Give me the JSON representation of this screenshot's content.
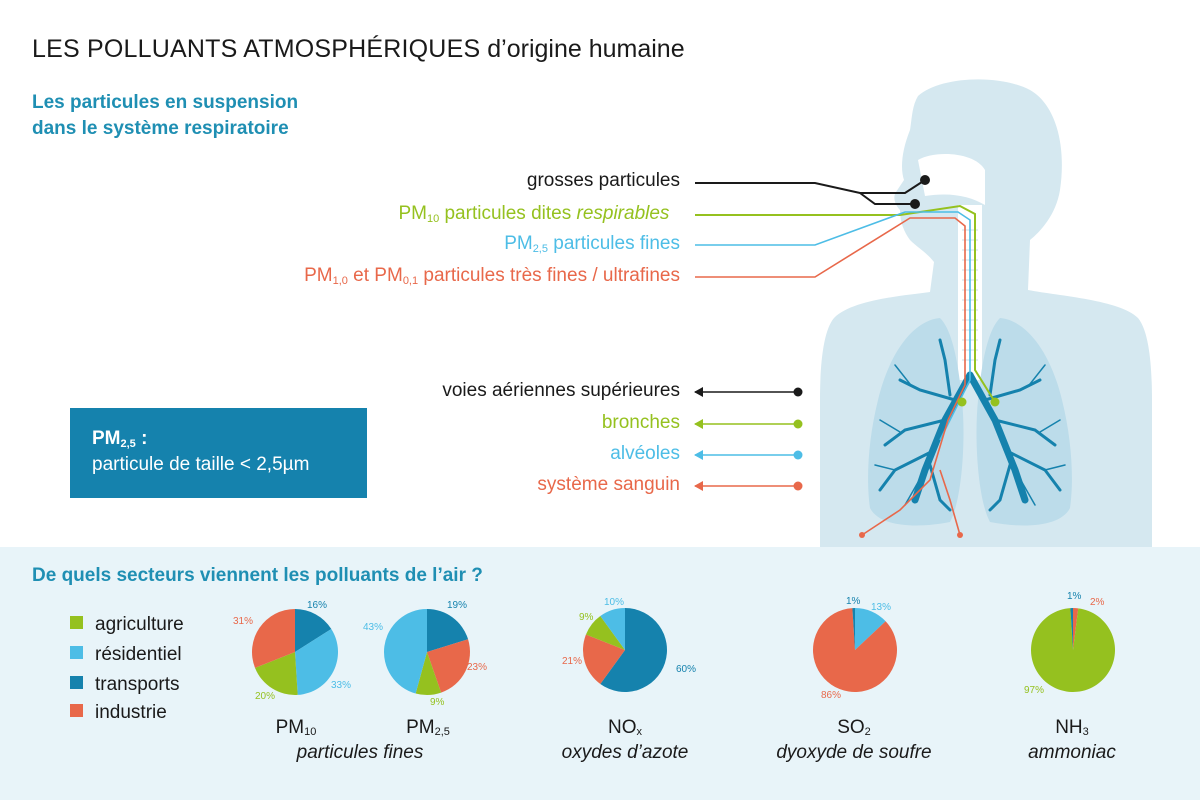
{
  "header": {
    "title_caps": "LES POLLUANTS ATMOSPHÉRIQUES",
    "title_rest": " d’origine humaine",
    "subtitle_line1": "Les particules en suspension",
    "subtitle_line2": "dans le système respiratoire"
  },
  "colors": {
    "black": "#1a1a1a",
    "green": "#95c11f",
    "lightblue": "#4dbde6",
    "darkblue": "#1582ad",
    "orange": "#e8684a",
    "body": "#d5e8f0",
    "lung": "#bcdcea",
    "panel": "#e8f4f9"
  },
  "particles": {
    "coarse": "grosses particules",
    "pm10_prefix": "PM",
    "pm10_sub": "10",
    "pm10_text": " particules dites ",
    "pm10_italic": "respirables",
    "pm25_prefix": "PM",
    "pm25_sub": "2,5",
    "pm25_text": " particules fines",
    "pm1_prefix": "PM",
    "pm1_sub": "1,0",
    "pm1_mid": " et PM",
    "pm1_sub2": "0,1",
    "pm1_text": " particules très fines / ultrafines"
  },
  "destinations": {
    "upper": "voies aériennes supérieures",
    "bronchi": "bronches",
    "alveoli": "alvéoles",
    "blood": "système sanguin"
  },
  "pm_box": {
    "title_prefix": "PM",
    "title_sub": "2,5",
    "title_suffix": " :",
    "text": "particule de taille < 2,5µm"
  },
  "sectors": {
    "title": "De quels secteurs viennent les polluants de l’air ?",
    "legend": [
      {
        "label": "agriculture",
        "color": "#95c11f"
      },
      {
        "label": "résidentiel",
        "color": "#4dbde6"
      },
      {
        "label": "transports",
        "color": "#1582ad"
      },
      {
        "label": "industrie",
        "color": "#e8684a"
      }
    ]
  },
  "pies": [
    {
      "name_main": "PM",
      "name_sub": "10",
      "caption": "particules fines",
      "values": {
        "transports": 16,
        "residentiel": 33,
        "agriculture": 20,
        "industrie": 31
      }
    },
    {
      "name_main": "PM",
      "name_sub": "2,5",
      "caption": "",
      "values": {
        "transports": 19,
        "industrie": 23,
        "agriculture": 9,
        "residentiel": 43
      }
    },
    {
      "name_main": "NO",
      "name_sub": "x",
      "caption": "oxydes d’azote",
      "values": {
        "transports": 60,
        "industrie": 21,
        "agriculture": 9,
        "residentiel": 10
      }
    },
    {
      "name_main": "SO",
      "name_sub": "2",
      "caption": "dyoxyde de soufre",
      "values": {
        "residentiel": 13,
        "industrie": 86,
        "transports": 1
      }
    },
    {
      "name_main": "NH",
      "name_sub": "3",
      "caption": "ammoniac",
      "values": {
        "industrie": 2,
        "agriculture": 97,
        "transports": 1
      }
    }
  ],
  "pie_labels": [
    [
      "16%",
      "33%",
      "20%",
      "31%"
    ],
    [
      "19%",
      "23%",
      "9%",
      "43%"
    ],
    [
      "10%",
      "60%",
      "21%",
      "9%"
    ],
    [
      "1%",
      "13%",
      "86%"
    ],
    [
      "1%",
      "2%",
      "97%"
    ]
  ]
}
